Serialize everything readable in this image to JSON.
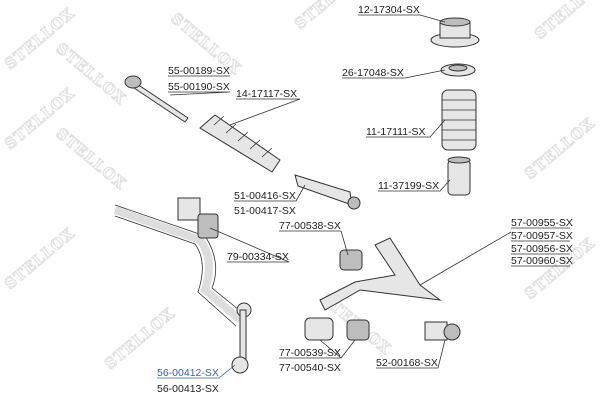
{
  "watermark": "STELLOX",
  "colors": {
    "highlight": "#3a5fa8",
    "text": "#222222",
    "watermark": "#e2e2e2"
  },
  "parts": {
    "strut_mount": [
      "12-17304-SX"
    ],
    "strut_bearing": [
      "26-17048-SX"
    ],
    "inner_tie_rod": [
      "55-00189-SX",
      "55-00190-SX"
    ],
    "steering_boot": [
      "14-17117-SX"
    ],
    "dust_boot": [
      "11-17111-SX"
    ],
    "bump_stop": [
      "11-37199-SX"
    ],
    "tie_rod_end": [
      "51-00416-SX",
      "51-00417-SX"
    ],
    "control_arm_bushing_front": [
      "77-00538-SX"
    ],
    "control_arm": [
      "57-00955-SX",
      "57-00957-SX",
      "57-00956-SX",
      "57-00960-SX"
    ],
    "stabilizer_bushing": [
      "79-00334-SX"
    ],
    "control_arm_bushing_rear": [
      "77-00539-SX",
      "77-00540-SX"
    ],
    "ball_joint": [
      "52-00168-SX"
    ],
    "stabilizer_link": [
      "56-00412-SX",
      "56-00413-SX"
    ]
  }
}
